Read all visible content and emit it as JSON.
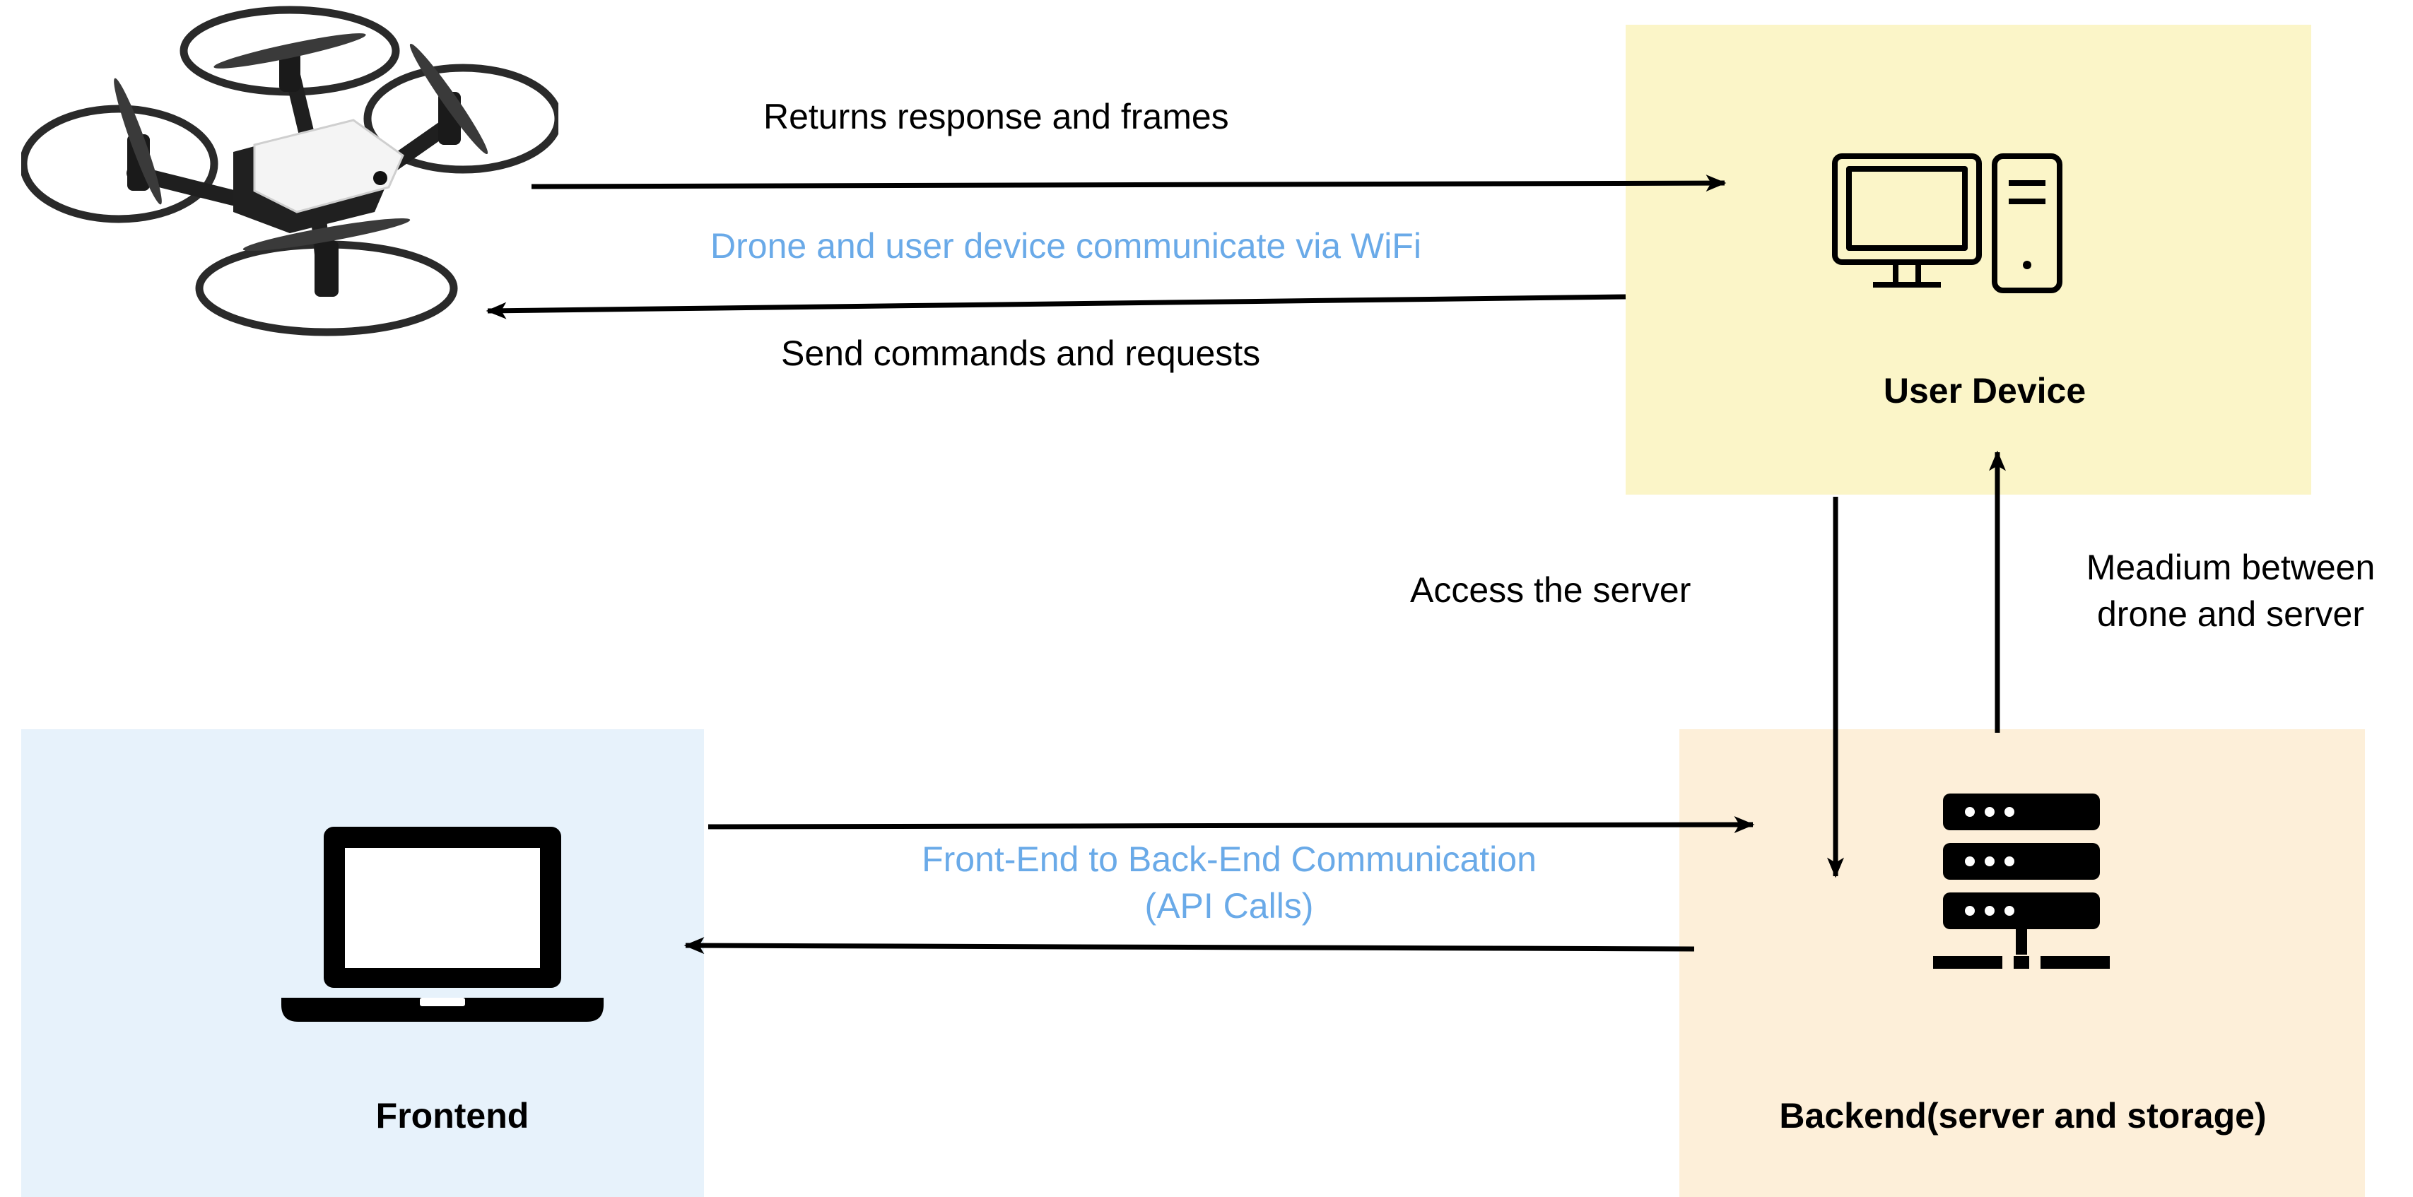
{
  "colors": {
    "user_device_fill": "#FBF5C8",
    "frontend_fill": "#E7F2FB",
    "backend_fill": "#FDEFD9",
    "accent_text": "#6AAAE8",
    "arrow": "#000000"
  },
  "icons": {
    "drone": "drone-icon",
    "desktop": "desktop-computer-icon",
    "laptop": "laptop-icon",
    "server": "server-icon"
  },
  "drone_link": {
    "upper_arrow_label": "Returns response and frames",
    "channel_label": "Drone and user device communicate via WiFi",
    "lower_arrow_label": "Send commands and requests"
  },
  "nodes": {
    "user_device": "User Device",
    "frontend": "Frontend",
    "backend": "Backend(server and storage)"
  },
  "server_link": {
    "down_arrow_label": "Access the server",
    "up_arrow_label_lines": [
      "Meadium between",
      "drone and server"
    ]
  },
  "api_link": {
    "label_lines": [
      "Front-End to Back-End Communication",
      "(API Calls)"
    ]
  }
}
